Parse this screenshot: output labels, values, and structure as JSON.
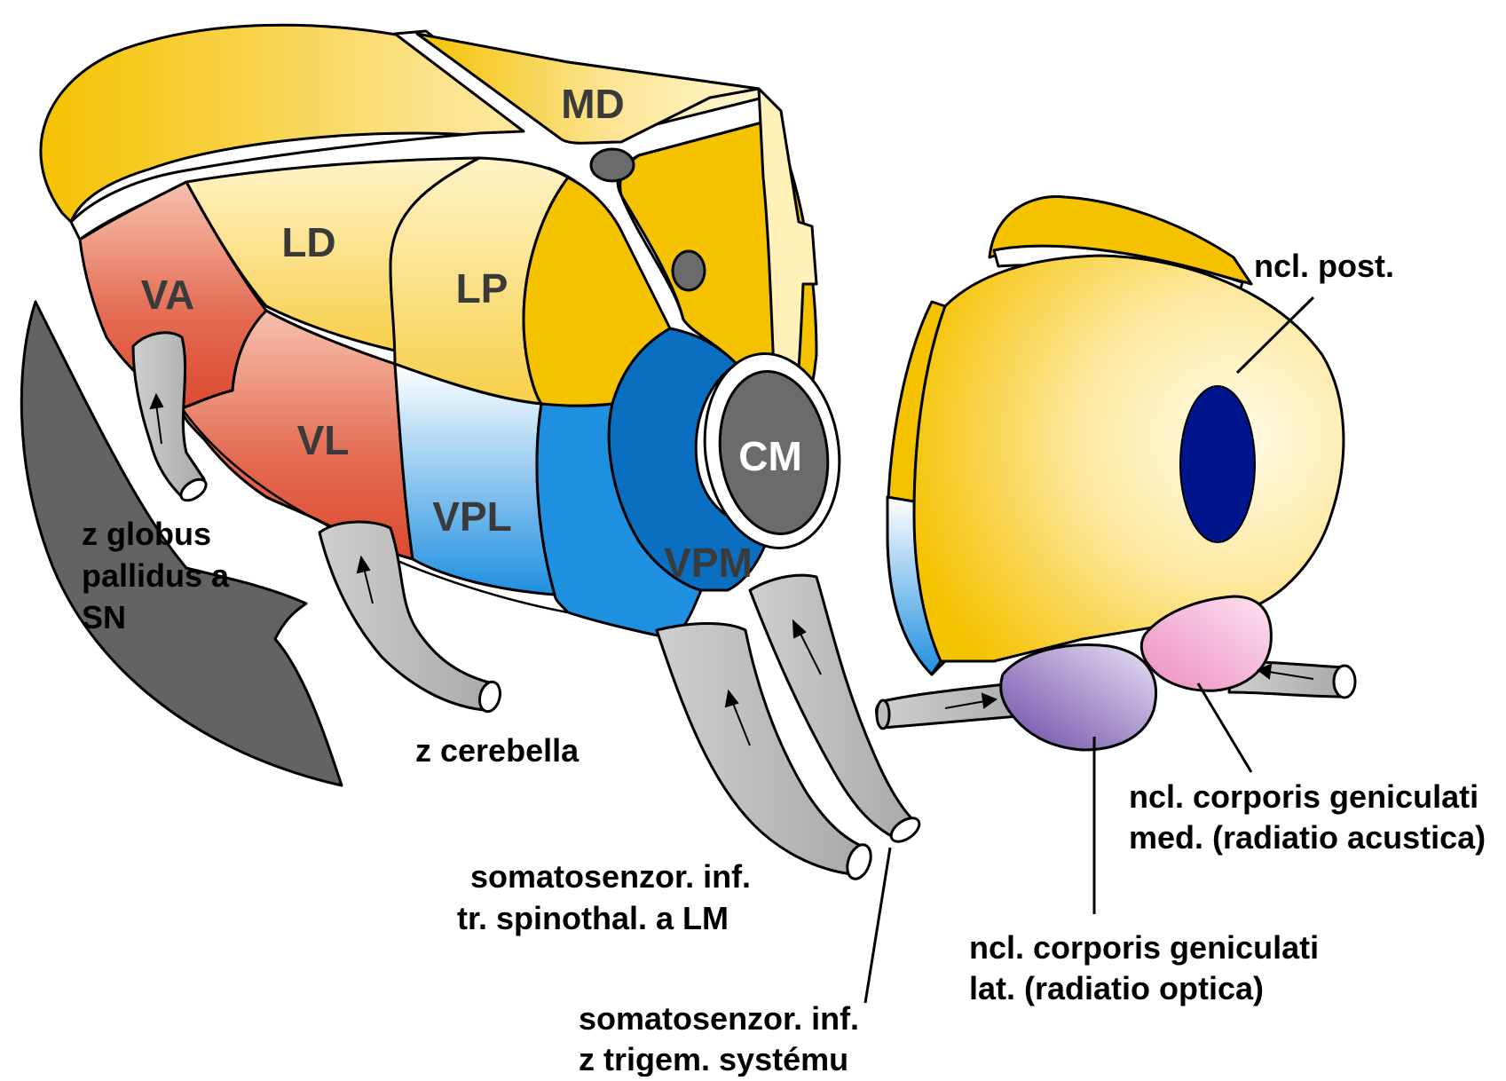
{
  "nuclei": {
    "md": "MD",
    "ld": "LD",
    "lp": "LP",
    "va": "VA",
    "vl": "VL",
    "vpl": "VPL",
    "vpm": "VPM",
    "cm": "CM"
  },
  "labels": {
    "globus": [
      "z globus",
      "pallidus a",
      "SN"
    ],
    "cerebella": "z cerebella",
    "spinothal": [
      "somatosenzor. inf.",
      "tr. spinothal. a LM"
    ],
    "trigem": [
      "somatosenzor. inf.",
      "z trigem. systému"
    ],
    "ncl_post": "ncl. post.",
    "cgm": [
      "ncl. corporis geniculati",
      "med. (radiatio acustica)"
    ],
    "cgl": [
      "ncl. corporis geniculati",
      "lat. (radiatio optica)"
    ]
  },
  "colors": {
    "dorsal_yellow": "#f5c200",
    "dorsal_light": "#fff0b8",
    "ventral_red": "#e05a40",
    "ventral_blue": "#1f8fe0",
    "vpm_blue": "#0a6fc0",
    "pathway_gray": "#bdbdbd",
    "cm_gray": "#6b6b6b",
    "ncl_post_navy": "#00148c",
    "cgm_pink": "#f4a8d0",
    "cgl_purple": "#8f6ac4"
  }
}
